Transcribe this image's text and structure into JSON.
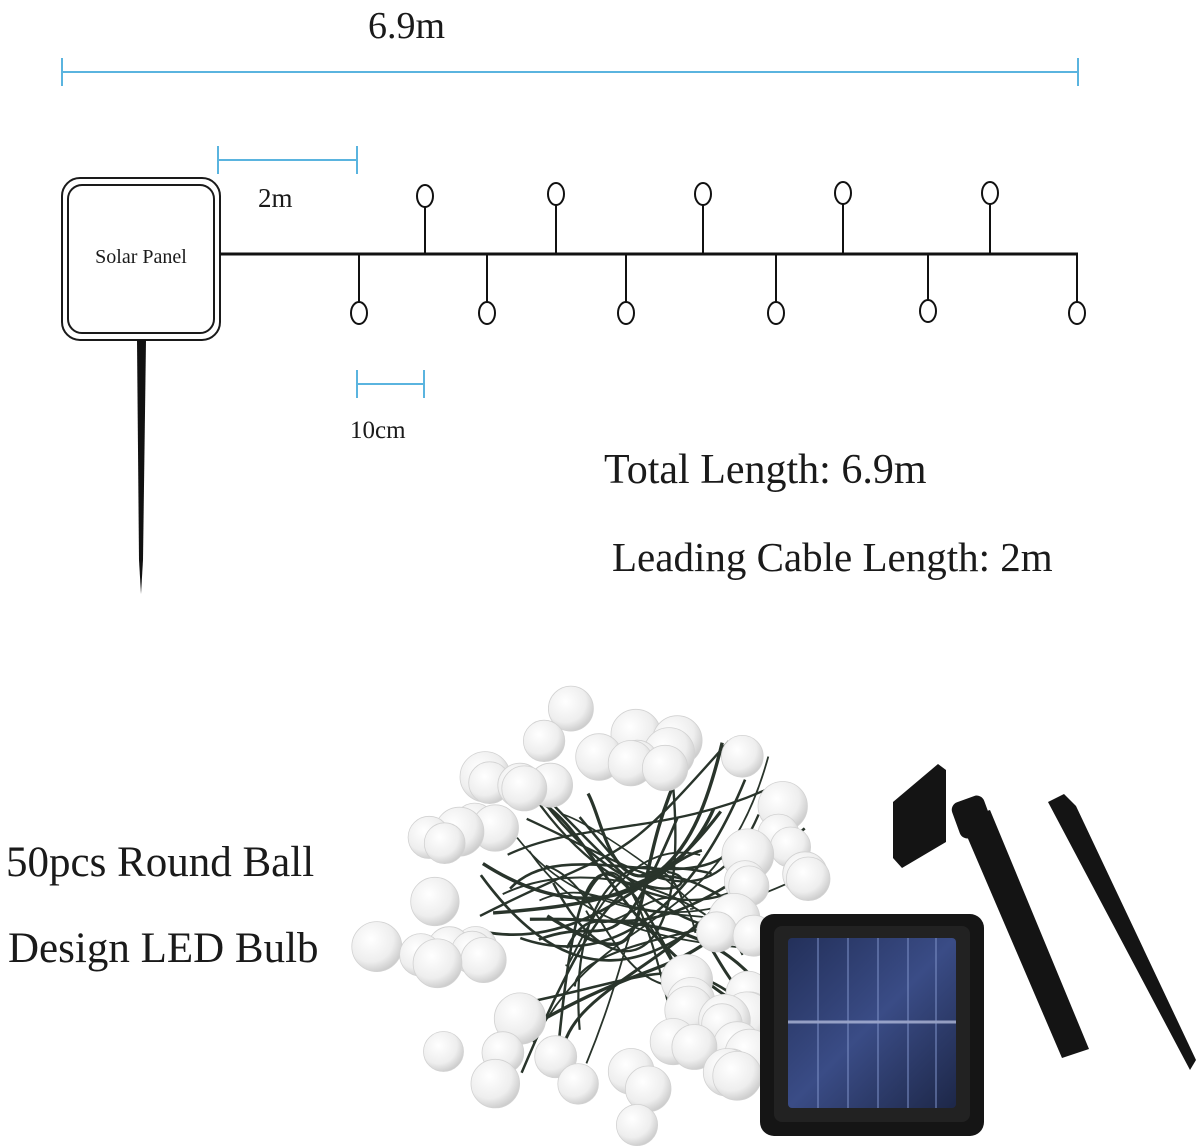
{
  "diagram": {
    "total_dimension_label": "6.9m",
    "leading_cable_dimension_label": "2m",
    "bulb_spacing_label": "10cm",
    "solar_panel_label": "Solar Panel"
  },
  "specs": {
    "total_length": "Total Length: 6.9m",
    "leading_cable_length": "Leading Cable Length: 2m"
  },
  "description": {
    "line1": "50pcs Round Ball",
    "line2": "Design LED Bulb"
  },
  "colors": {
    "dimension_line": "#5ab4df",
    "wire": "#111111",
    "text": "#1a1a1a"
  }
}
